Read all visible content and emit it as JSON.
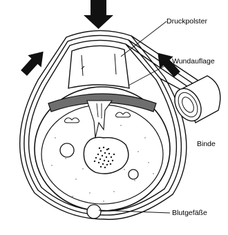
{
  "labels": {
    "pressure_pad": "Druckpolster",
    "wound_dressing": "Wundauflage",
    "bandage": "Binde",
    "blood_vessels": "Blutgefäße"
  },
  "colors": {
    "ink": "#111111",
    "pad_band": "#6e6e6e",
    "bone_dots": "#1a1a1a",
    "background": "#ffffff"
  },
  "icons": [
    "down-arrow-icon",
    "diagonal-arrow-icon"
  ]
}
